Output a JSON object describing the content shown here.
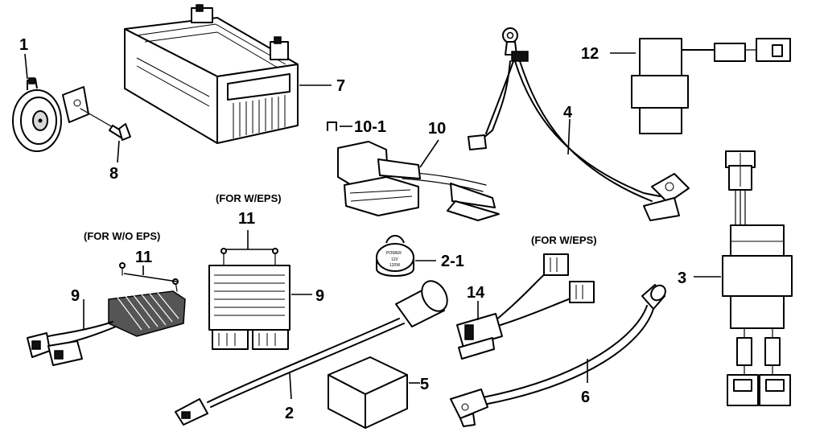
{
  "labels": {
    "p1": "1",
    "p2": "2",
    "p2_1": "2-1",
    "p3": "3",
    "p4": "4",
    "p5": "5",
    "p6": "6",
    "p7": "7",
    "p8": "8",
    "p9_left": "9",
    "p9_right": "9",
    "p10": "10",
    "p10_1": "10-1",
    "p11_left": "11",
    "p11_right": "11",
    "p12": "12",
    "p14": "14"
  },
  "notes": {
    "for_wo_eps": "(FOR W/O EPS)",
    "for_w_eps_regulator": "(FOR W/EPS)",
    "for_w_eps_harness": "(FOR W/EPS)"
  },
  "socket_cap": {
    "arc_text": "POWER",
    "line1": "12V",
    "line2": "120W"
  }
}
